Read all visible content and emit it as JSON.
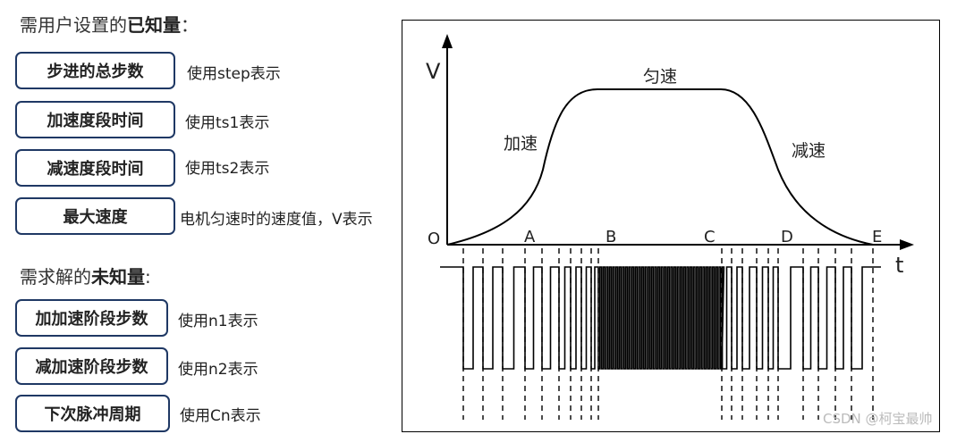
{
  "known": {
    "heading_prefix": "需用户设置的",
    "heading_bold": "已知量",
    "heading_suffix": "：",
    "items": [
      {
        "label": "步进的总步数",
        "desc": "使用step表示"
      },
      {
        "label": "加速度段时间",
        "desc": "使用ts1表示"
      },
      {
        "label": "减速度段时间",
        "desc": "使用ts2表示"
      },
      {
        "label": "最大速度",
        "desc": "电机匀速时的速度值，V表示"
      }
    ]
  },
  "unknown": {
    "heading_prefix": "需求解的",
    "heading_bold": "未知量",
    "heading_suffix": ":",
    "items": [
      {
        "label": "加加速阶段步数",
        "desc": "使用n1表示"
      },
      {
        "label": "减加速阶段步数",
        "desc": "使用n2表示"
      },
      {
        "label": "下次脉冲周期",
        "desc": "使用Cn表示"
      }
    ]
  },
  "diagram": {
    "y_axis": "V",
    "x_axis": "t",
    "points": [
      "O",
      "A",
      "B",
      "C",
      "D",
      "E"
    ],
    "phase_accel": "加速",
    "phase_constant": "匀速",
    "phase_decel": "减速"
  },
  "watermark": "CSDN @柯宝最帅"
}
